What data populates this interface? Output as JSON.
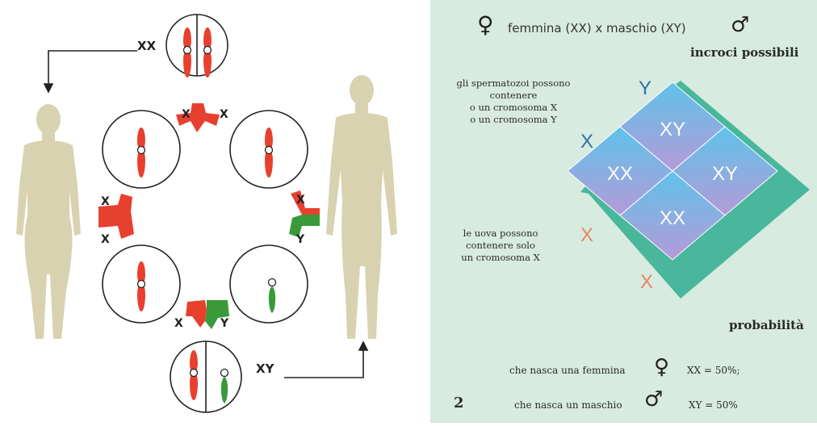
{
  "left_diagram": {
    "labels": {
      "top_pair": "XX",
      "bottom_pair": "XY",
      "top_split_left": "X",
      "top_split_right": "X",
      "left_split_top": "X",
      "left_split_bottom": "X",
      "right_split_top": "X",
      "right_split_bottom": "Y",
      "bottom_split_left": "X",
      "bottom_split_right": "Y"
    },
    "colors": {
      "x_chromosome": "#e8402e",
      "y_chromosome": "#3a9a3a",
      "silhouette": "#d8d2b0"
    }
  },
  "right_panel": {
    "title": {
      "female_symbol": "♀",
      "text": "femmina (XX)  x  maschio (XY)",
      "male_symbol": "♂"
    },
    "subtitle": "incroci possibili",
    "sperm_note": [
      "gli spermatozoi possono",
      "contenere",
      "o un cromosoma X",
      "o un cromosoma Y"
    ],
    "egg_note": [
      "le uova possono",
      "contenere solo",
      "un cromosoma X"
    ],
    "grid": {
      "sperm_labels": [
        "Y",
        "X"
      ],
      "egg_labels": [
        "X",
        "X"
      ],
      "cells": [
        "XY",
        "XX",
        "XY",
        "XX"
      ]
    },
    "probability_heading": "probabilità",
    "results": [
      {
        "text": "che nasca una femmina",
        "symbol": "♀",
        "value": "XX = 50%;"
      },
      {
        "text": "che nasca un maschio",
        "symbol": "♂",
        "value": "XY = 50%"
      }
    ],
    "figure_number": "2",
    "colors": {
      "background": "#d7ebe0",
      "cell_top": "#5ec3ea",
      "cell_bottom": "#b59ad8",
      "blue_label": "#2e6fa6",
      "orange_label": "#e8875a"
    }
  }
}
